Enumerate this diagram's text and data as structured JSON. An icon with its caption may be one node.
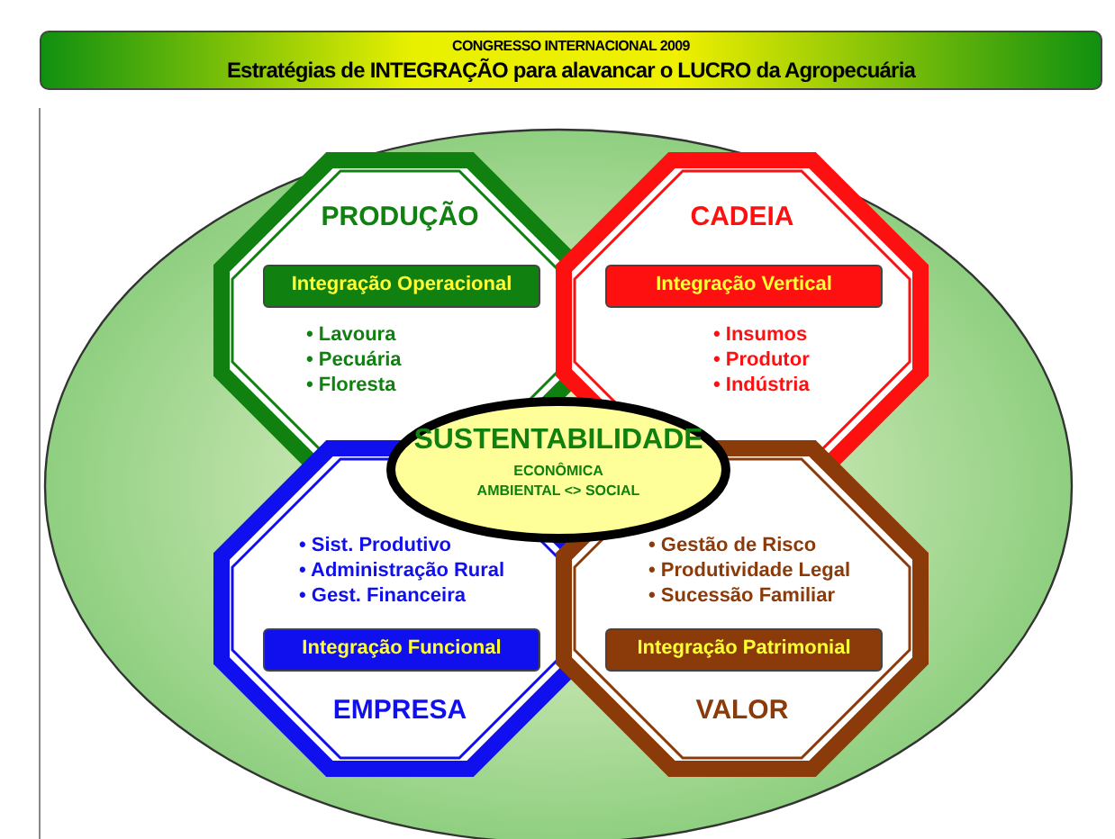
{
  "diagram": {
    "nodes": [
      {
        "text": [
          "CONGRESSO INTERNACIONAL 2009",
          "Estratégias de INTEGRAÇÃO para alavancar o LUCRO da Agropecuária"
        ]
      },
      {
        "text": [
          "PRODUÇÃO",
          "• Lavoura",
          "• Pecuária",
          "• Floresta"
        ]
      },
      {
        "text": [
          "Integração Operacional"
        ],
        "in": 1
      },
      {
        "text": [
          "CADEIA",
          "• Insumos",
          "• Produtor",
          "• Indústria"
        ]
      },
      {
        "text": [
          "Integração Vertical"
        ],
        "in": 3
      },
      {
        "text": [
          "SUSTENTABILIDADE",
          "ECONÔMICA",
          "AMBIENTAL <> SOCIAL"
        ]
      },
      {
        "text": [
          "• Sist. Produtivo",
          "• Administração Rural",
          "• Gest. Financeira",
          "EMPRESA"
        ]
      },
      {
        "text": [
          "Integração Funcional"
        ],
        "in": 6
      },
      {
        "text": [
          "• Gestão de Risco",
          "• Produtividade Legal",
          "• Sucessão Familiar",
          "VALOR"
        ]
      },
      {
        "text": [
          "Integração Patrimonial"
        ],
        "in": 8
      }
    ],
    "edges": []
  }
}
